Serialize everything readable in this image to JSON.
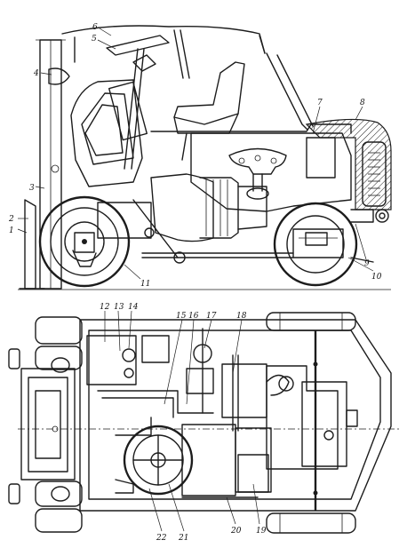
{
  "figure": {
    "top_view": {
      "callouts": [
        {
          "id": "1",
          "label": "1"
        },
        {
          "id": "2",
          "label": "2"
        },
        {
          "id": "3",
          "label": "3"
        },
        {
          "id": "4",
          "label": "4"
        },
        {
          "id": "5",
          "label": "5"
        },
        {
          "id": "6",
          "label": "6"
        },
        {
          "id": "7",
          "label": "7"
        },
        {
          "id": "8",
          "label": "8"
        },
        {
          "id": "9",
          "label": "9"
        },
        {
          "id": "10",
          "label": "10"
        },
        {
          "id": "11",
          "label": "11"
        }
      ]
    },
    "bottom_view": {
      "callouts": [
        {
          "id": "12",
          "label": "12"
        },
        {
          "id": "13",
          "label": "13"
        },
        {
          "id": "14",
          "label": "14"
        },
        {
          "id": "15",
          "label": "15"
        },
        {
          "id": "16",
          "label": "16"
        },
        {
          "id": "17",
          "label": "17"
        },
        {
          "id": "18",
          "label": "18"
        },
        {
          "id": "19",
          "label": "19"
        },
        {
          "id": "20",
          "label": "20"
        },
        {
          "id": "21",
          "label": "21"
        },
        {
          "id": "22",
          "label": "22"
        }
      ]
    }
  }
}
